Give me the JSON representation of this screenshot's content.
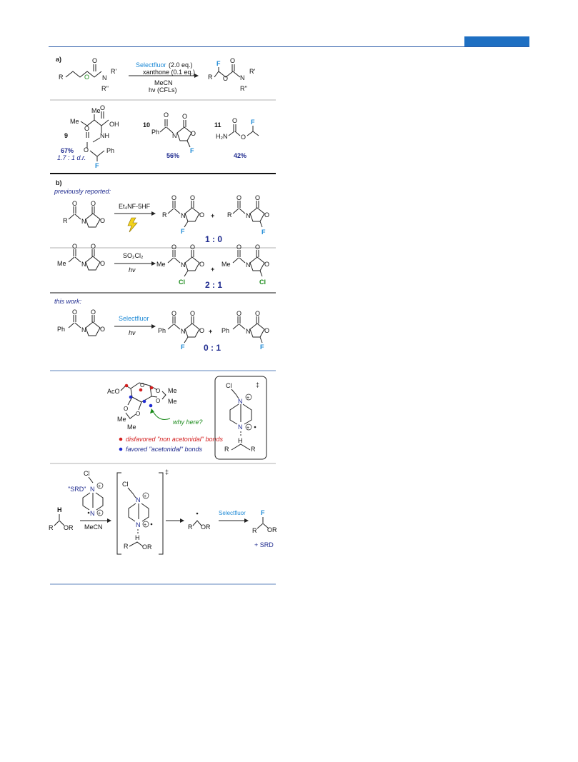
{
  "colors": {
    "accent_bar": "#1e6fc2",
    "header_rule": "#2a5ca8",
    "blue_text": "#1e8ad6",
    "navy_text": "#1f2b8f",
    "green": "#1a8a1a",
    "red": "#d42020"
  },
  "panel_a": {
    "label": "a)",
    "reagent1_colored": "Selectfluor",
    "reagent1_rest": "(2.0 eq.)",
    "reagent2": "xanthone (0.1 eq.)",
    "solvent": "MeCN",
    "light": "hν (CFLs)",
    "cmpd9": {
      "number": "9",
      "yield": "67%",
      "dr": "1.7 : 1  d.r."
    },
    "cmpd10": {
      "number": "10",
      "yield": "56%"
    },
    "cmpd11": {
      "number": "11",
      "yield": "42%"
    }
  },
  "panel_b": {
    "label": "b)",
    "prev_reported": "previously reported:",
    "row1": {
      "reagent": "Et₄NF-5HF",
      "ratio": "1  :  0"
    },
    "row2": {
      "reagent": "SO₂Cl₂",
      "cond": "hν",
      "ratio": "2  :  1"
    },
    "this_work": "this work:",
    "row3": {
      "reagent": "Selectfluor",
      "cond": "hν",
      "ratio": "0  :  1"
    }
  },
  "panel_c": {
    "why_here": "why here?",
    "legend_red": "disfavored \"non acetonidal\" bonds",
    "legend_blue": "favored \"acetonidal\" bonds",
    "ts_symbol": "‡"
  },
  "panel_d": {
    "srd_label": "\"SRD\"",
    "solvent": "MeCN",
    "reagent": "Selectfluor",
    "byproduct": "+  SRD",
    "ts_symbol": "‡"
  }
}
